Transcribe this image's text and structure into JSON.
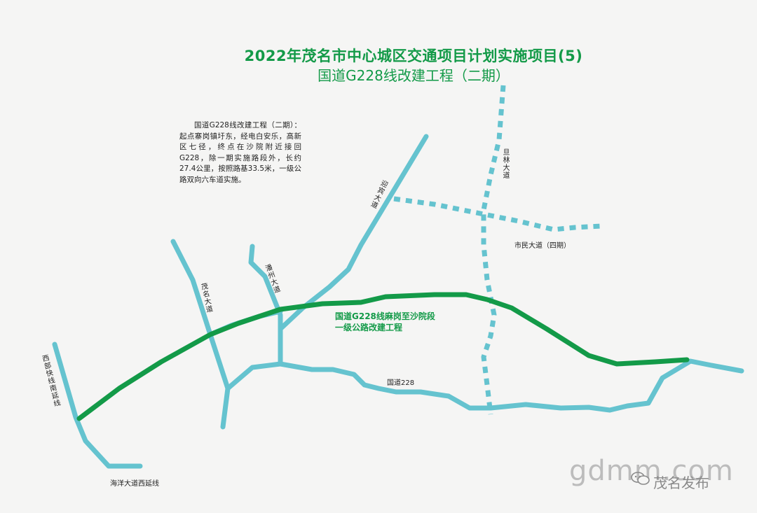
{
  "title": {
    "main": "2022年茂名市中心城区交通项目计划实施项目(5)",
    "sub": "国道G228线改建工程（二期）"
  },
  "description": "国道G228线改建工程（二期）：起点寨岗镇圩东，经电白安乐，高新区七径，终点在沙院附近接回G228，除一期实施路段外，长约27.4公里，按照路基33.5米，一级公路双向六车道实施。",
  "project_label": {
    "line1": "国道G228线麻岗至沙院段",
    "line2": "一级公路改建工程"
  },
  "road_labels": {
    "guodao228": "国道228",
    "shimin_dadao": "市民大道（四期）",
    "haiyang": "海洋大道西延线",
    "xibu": "西部快线南延线",
    "maoming_dadao": "茂名大道",
    "tongzhou_dadao": "潘州大道",
    "yuejiang_dadao": "迎宾大道",
    "chenglin_dadao": "旦林大道"
  },
  "colors": {
    "project_route": "#139a48",
    "existing_road": "#65c3cf",
    "planned_road": "#65c3cf",
    "title": "#139a48"
  },
  "watermark": {
    "site": "gdmm.com",
    "account": "茂名发布"
  }
}
